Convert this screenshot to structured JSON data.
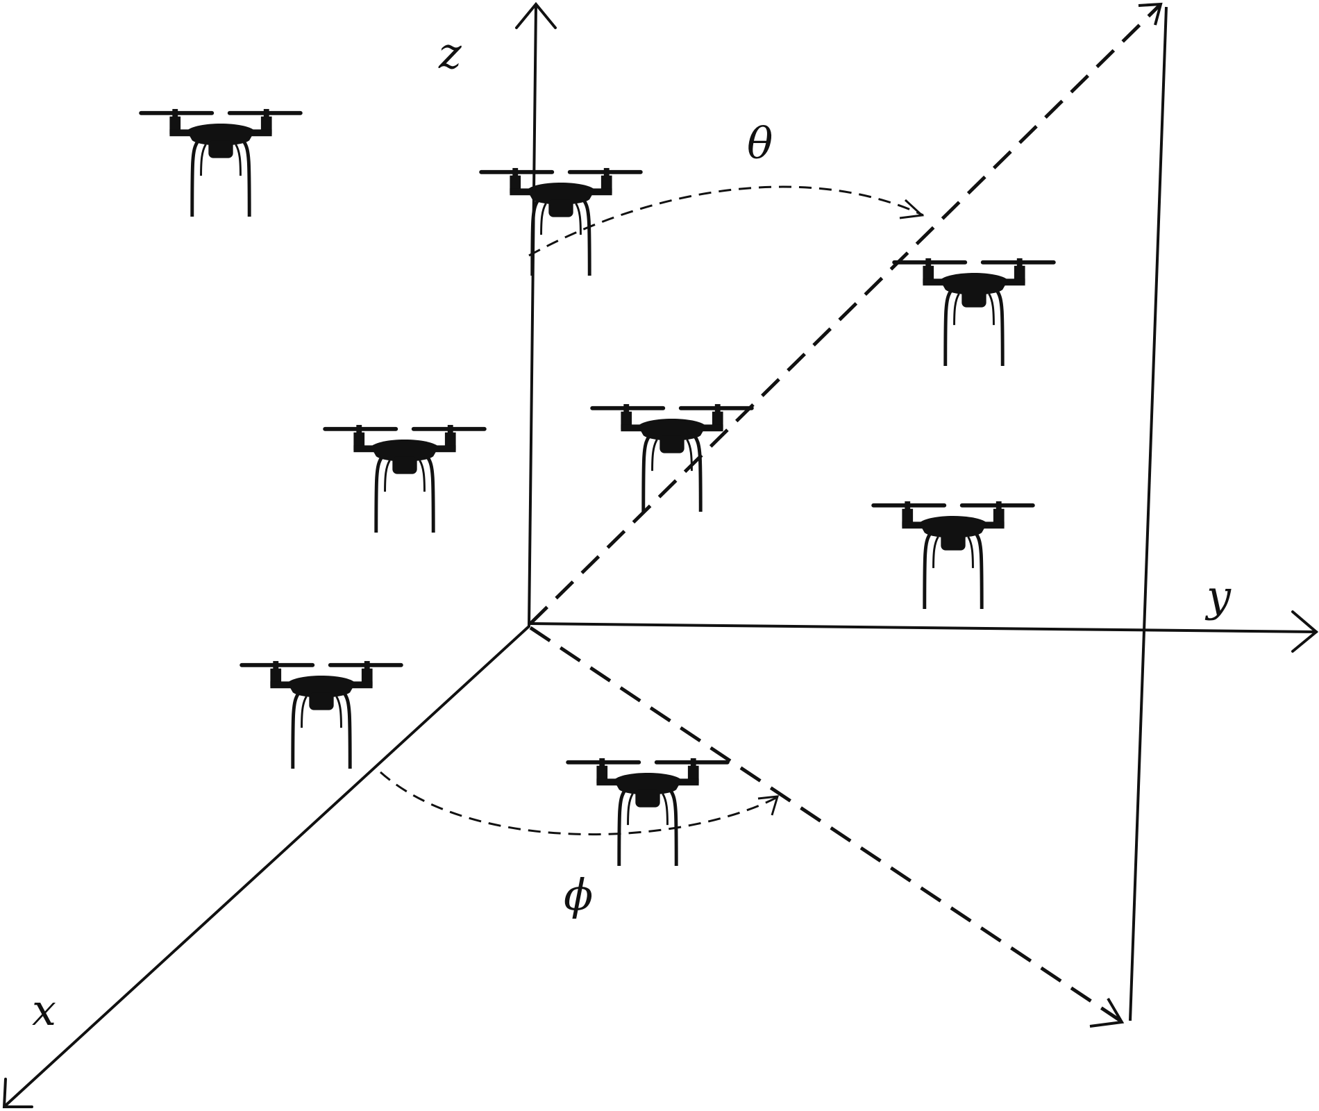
{
  "colors": {
    "ink": "#111111",
    "background": "#ffffff"
  },
  "labels": {
    "x_axis": "x",
    "y_axis": "y",
    "z_axis": "z",
    "theta": "θ",
    "phi": "ϕ"
  },
  "icons": {
    "drone": "quadcopter-drone-icon"
  },
  "drone_count": 8
}
